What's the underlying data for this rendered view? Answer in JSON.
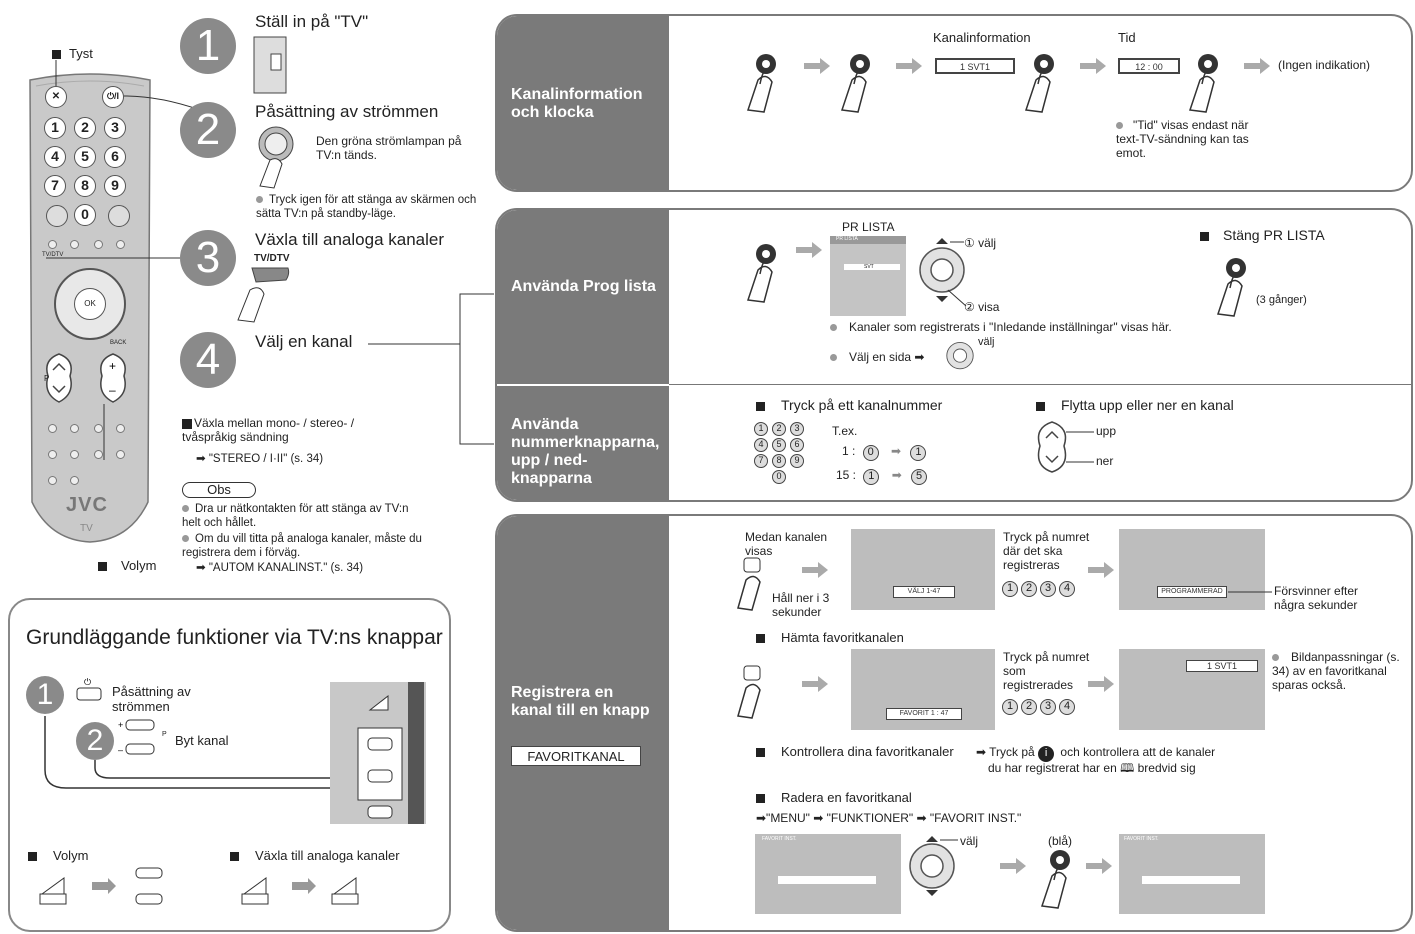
{
  "remote": {
    "mute_label": "Tyst",
    "volume_label": "Volym",
    "brand": "JVC",
    "tv_label": "TV",
    "tvdtv_label": "TV/DTV",
    "power_glyph": "⏻/I",
    "number_buttons": [
      "1",
      "2",
      "3",
      "4",
      "5",
      "6",
      "7",
      "8",
      "9",
      "0"
    ],
    "ok_label": "OK",
    "back_label": "BACK",
    "p_label": "P"
  },
  "steps": [
    {
      "number": "1",
      "title": "Ställ in på \"TV\""
    },
    {
      "number": "2",
      "title": "Påsättning av strömmen",
      "desc": "Den gröna strömlampan på TV:n tänds.",
      "note": "Tryck igen för att stänga av skärmen och sätta TV:n på standby-läge."
    },
    {
      "number": "3",
      "title": "Växla till analoga kanaler",
      "button_label": "TV/DTV"
    },
    {
      "number": "4",
      "title": "Välj en kanal"
    }
  ],
  "mono_stereo": {
    "text": "Växla mellan mono- / stereo- / tvåspråkig sändning",
    "ref": "➡ \"STEREO / I·II\" (s. 34)"
  },
  "obs": {
    "label": "Obs",
    "items": [
      "Dra ur nätkontakten för att stänga av TV:n helt och hållet.",
      "Om du vill titta på analoga kanaler, måste du registrera dem i förväg."
    ],
    "ref": "➡ \"AUTOM KANALINST.\" (s. 34)"
  },
  "basic": {
    "title": "Grundläggande funktioner via TV:ns knappar",
    "step1_number": "1",
    "step1_label": "Påsättning av strömmen",
    "step2_number": "2",
    "step2_label": "Byt kanal",
    "volume_label": "Volym",
    "analog_label": "Växla till analoga kanaler",
    "p_label": "P"
  },
  "panel1": {
    "title": "Kanalinformation och klocka",
    "kanalinfo_label": "Kanalinformation",
    "tid_label": "Tid",
    "ch_box": "1  SVT1",
    "time_box": "12 : 00",
    "no_indication": "(Ingen indikation)",
    "note": "\"Tid\" visas endast när text-TV-sändning kan tas emot."
  },
  "panel2": {
    "title": "Använda Prog lista",
    "pr_lista_label": "PR LISTA",
    "valj_label": "① välj",
    "visa_label": "② visa",
    "close_title": "Stäng PR LISTA",
    "times": "(3 gånger)",
    "note1": "Kanaler som registrerats i \"Inledande inställningar\" visas här.",
    "note2": "Välj en sida ➡",
    "valj_small": "välj",
    "list_header": "PR LISTA",
    "list_row": "SVT"
  },
  "panel3": {
    "title": "Använda nummerknapparna, upp / ned-knapparna",
    "num_title": "Tryck på ett kanalnummer",
    "tex": "T.ex.",
    "ex1_label": "1 :",
    "ex1_a": "0",
    "ex1_b": "1",
    "ex2_label": "15 :",
    "ex2_a": "1",
    "ex2_b": "5",
    "move_title": "Flytta upp eller ner en kanal",
    "upp": "upp",
    "ner": "ner",
    "keypad": [
      "1",
      "2",
      "3",
      "4",
      "5",
      "6",
      "7",
      "8",
      "9",
      "0"
    ]
  },
  "panel4": {
    "title": "Registrera en kanal till en knapp",
    "badge": "FAVORITKANAL",
    "while_showing": "Medan kanalen visas",
    "hold": "Håll ner i 3 sekunder",
    "screen1_box": "VÄLJ 1-47",
    "press_number": "Tryck på numret där det ska registreras",
    "digits": [
      "1",
      "2",
      "3",
      "4"
    ],
    "screen2_box": "PROGRAMMERAD",
    "disappears": "Försvinner efter några sekunder",
    "fetch_title": "Hämta favoritkanalen",
    "screen3_box": "FAVORIT 1 : 47",
    "press_registered": "Tryck på numret som registrerades",
    "screen4_box": "1  SVT1",
    "picture_note": "Bildanpassningar (s. 34) av en favoritkanal sparas också.",
    "check_title": "Kontrollera dina favoritkanaler",
    "check_text1": "➡ Tryck på",
    "check_text2": "och kontrollera att de kanaler",
    "check_text3": "du har registrerat har en",
    "check_text4": "bredvid sig",
    "delete_title": "Radera en favoritkanal",
    "delete_path": "➡\"MENU\" ➡ \"FUNKTIONER\" ➡ \"FAVORIT INST.\"",
    "valj": "välj",
    "bla": "(blå)",
    "menu_header": "FAVORIT INST."
  },
  "colors": {
    "panel_gray": "#7a7a7a",
    "circle_gray": "#8a8a8a",
    "remote_body": "#c8c8c8"
  }
}
